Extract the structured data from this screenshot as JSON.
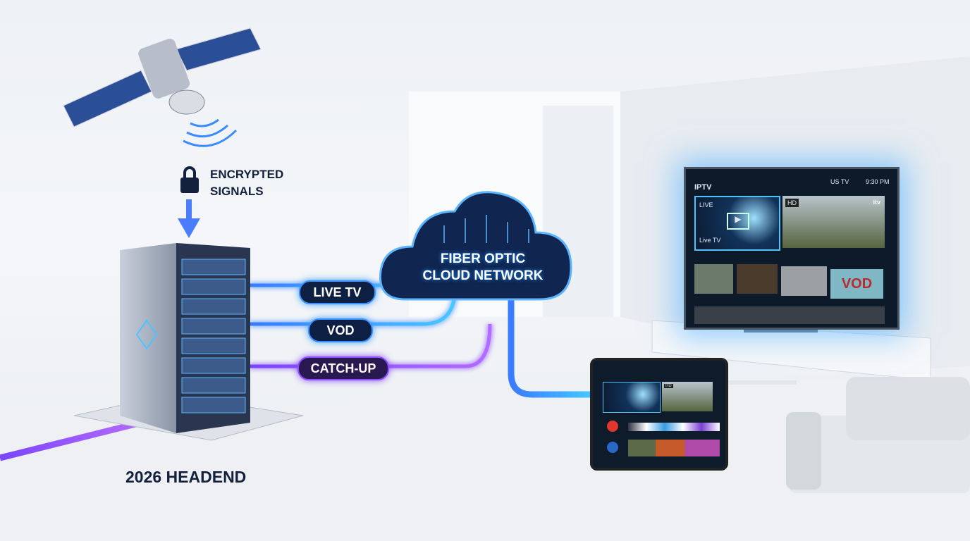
{
  "labels": {
    "encrypted_line1": "ENCRYPTED",
    "encrypted_line2": "SIGNALS",
    "headend": "2026 HEADEND",
    "cloud_line1": "FIBER OPTIC",
    "cloud_line2": "CLOUD NETWORK",
    "streams": [
      "LIVE TV",
      "VOD",
      "CATCH-UP"
    ]
  },
  "tv_screen": {
    "title": "IPTV",
    "status_region": "US TV",
    "time": "9:30 PM",
    "live_badge": "LIVE",
    "live_caption": "Live TV",
    "hd_badge": "HD",
    "channel_logo": "itv",
    "vod_tile": "VOD"
  },
  "tablet_screen": {
    "hd_badge": "HD"
  },
  "colors": {
    "accent_blue": "#2f8bff",
    "accent_purple": "#8a4dff",
    "navy": "#13213f"
  }
}
